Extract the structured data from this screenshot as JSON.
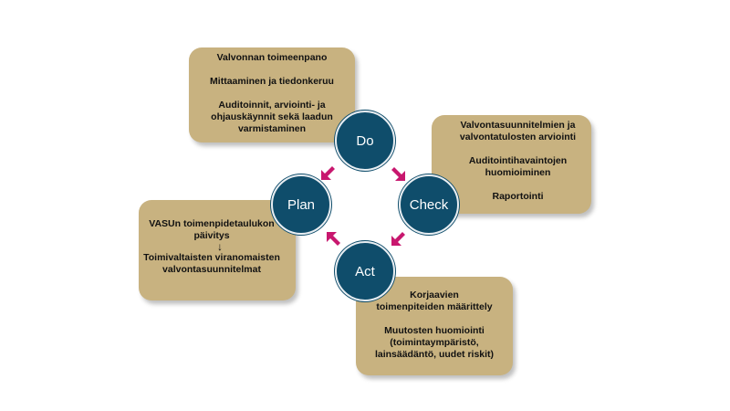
{
  "colors": {
    "box": "#c8b280",
    "circle": "#0f4d6b",
    "arrow": "#c8176e"
  },
  "circles": {
    "do": "Do",
    "check": "Check",
    "act": "Act",
    "plan": "Plan"
  },
  "do_box": {
    "line1": "Valvonnan toimeenpano",
    "line2": "Mittaaminen ja tiedonkeruu",
    "line3a": "Auditoinnit, arviointi- ja",
    "line3b": "ohjauskäynnit sekä laadun",
    "line3c": "varmistaminen"
  },
  "check_box": {
    "line1a": "Valvontasuunnitelmien ja",
    "line1b": "valvontatulosten arviointi",
    "line2a": "Auditointihavaintojen",
    "line2b": "huomioiminen",
    "line3": "Raportointi"
  },
  "act_box": {
    "line1a": "Korjaavien",
    "line1b": "toimenpiteiden määrittely",
    "line2a": "Muutosten huomiointi",
    "line2b": "(toimintaympäristö,",
    "line2c": "lainsäädäntö, uudet riskit)"
  },
  "plan_box": {
    "line1a": "VASUn toimenpidetaulukon",
    "line1b": "päivitys",
    "arrow": "↓",
    "line2a": "Toimivaltaisten viranomaisten",
    "line2b": "valvontasuunnitelmat"
  }
}
